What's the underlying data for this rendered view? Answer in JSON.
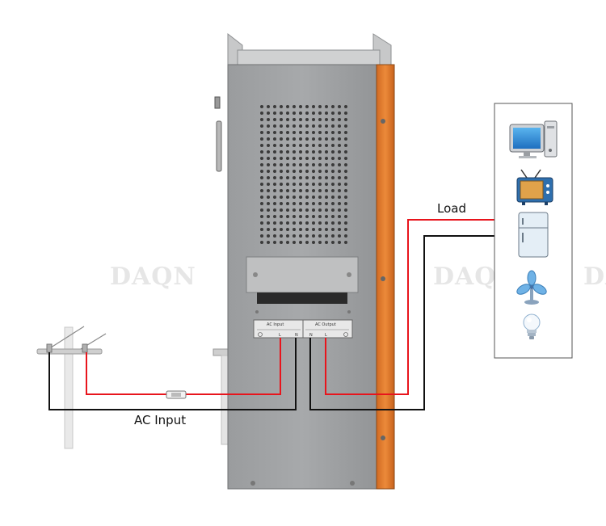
{
  "watermark": "DAQN",
  "labels": {
    "load": "Load",
    "ac_input": "AC Input"
  },
  "terminals": {
    "input_title": "AC Input",
    "output_title": "AC Output",
    "l": "L",
    "n": "N"
  },
  "colors": {
    "live_wire": "#e8141c",
    "neutral_wire": "#111111",
    "cabinet_body": "#9c9ea0",
    "cabinet_side": "#e07a2c"
  },
  "load_devices": [
    "computer-icon",
    "tv-icon",
    "fridge-icon",
    "fan-icon",
    "bulb-icon"
  ]
}
